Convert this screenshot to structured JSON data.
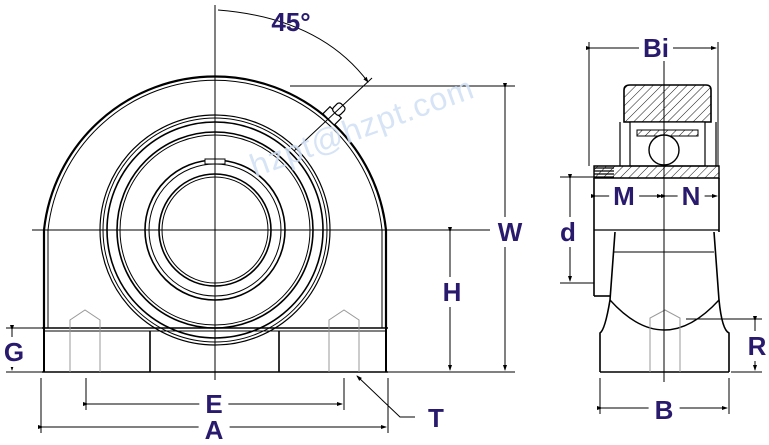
{
  "diagram": {
    "type": "engineering-drawing",
    "subject": "Tapped-base pillow block bearing unit",
    "views": [
      "front-view",
      "side-section-view"
    ],
    "label_color": "#2a1a6e",
    "line_color": "#000000",
    "hidden_line_color": "#999999"
  },
  "angle_label": "45°",
  "watermark": "hzpt@hzpt.com",
  "front_view": {
    "dimensions": {
      "W": "W",
      "H": "H",
      "G": "G",
      "E": "E",
      "A": "A",
      "T": "T"
    }
  },
  "side_view": {
    "dimensions": {
      "Bi": "Bi",
      "M": "M",
      "N": "N",
      "d": "d",
      "R": "R",
      "B": "B"
    }
  }
}
